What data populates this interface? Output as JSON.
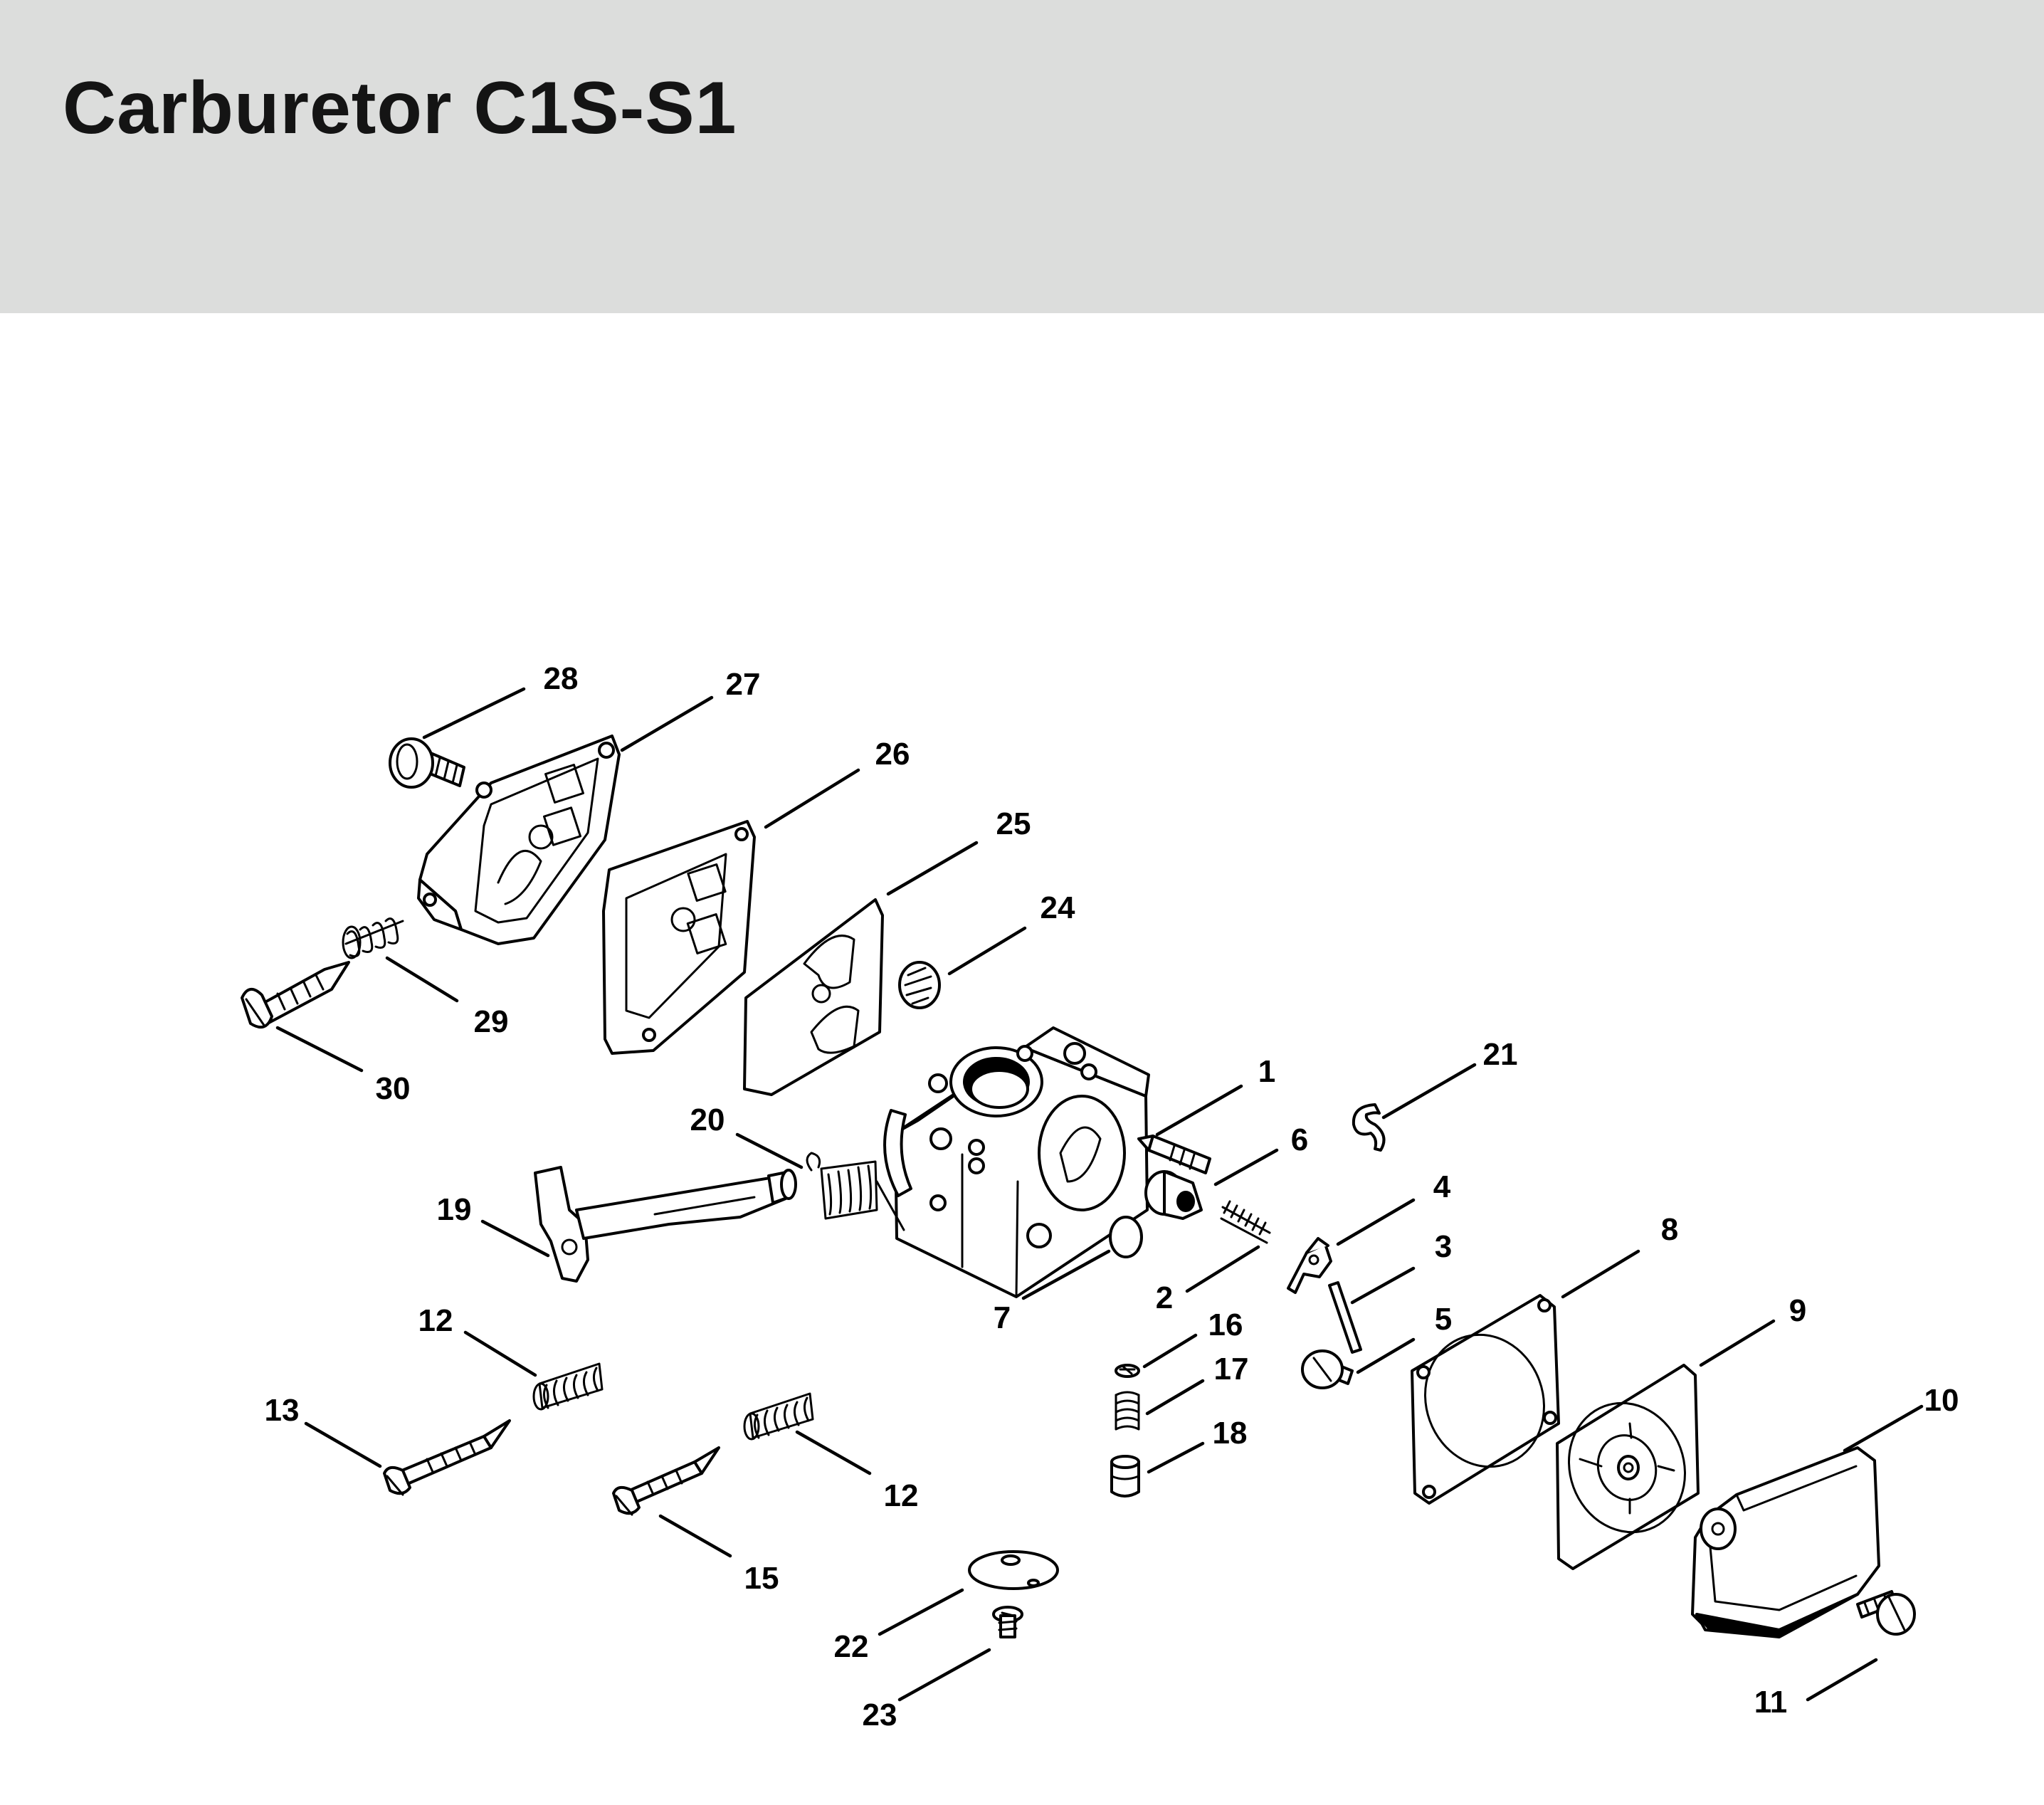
{
  "header": {
    "title": "Carburetor C1S-S1",
    "band_color": "#dcdddc"
  },
  "diagram": {
    "callouts": [
      {
        "part": "throttle-shaft-needle",
        "label": "1"
      },
      {
        "part": "inlet-needle-spring",
        "label": "2"
      },
      {
        "part": "control-lever-pin",
        "label": "3"
      },
      {
        "part": "control-lever",
        "label": "4"
      },
      {
        "part": "lever-screw",
        "label": "5"
      },
      {
        "part": "plug-cap",
        "label": "6"
      },
      {
        "part": "o-ring",
        "label": "7"
      },
      {
        "part": "metering-gasket",
        "label": "8"
      },
      {
        "part": "metering-diaphragm",
        "label": "9"
      },
      {
        "part": "metering-cover",
        "label": "10"
      },
      {
        "part": "cover-screw",
        "label": "11"
      },
      {
        "part": "adjusting-spring-upper",
        "label": "12"
      },
      {
        "part": "adjusting-spring-lower",
        "label": "12"
      },
      {
        "part": "high-speed-adjusting-screw",
        "label": "13"
      },
      {
        "part": "low-speed-adjusting-screw",
        "label": "15"
      },
      {
        "part": "inlet-screen",
        "label": "16"
      },
      {
        "part": "inlet-spring",
        "label": "17"
      },
      {
        "part": "inlet-valve",
        "label": "18"
      },
      {
        "part": "throttle-shaft",
        "label": "19"
      },
      {
        "part": "torsion-spring",
        "label": "20"
      },
      {
        "part": "circlip",
        "label": "21"
      },
      {
        "part": "throttle-plate",
        "label": "22"
      },
      {
        "part": "throttle-plate-screw",
        "label": "23"
      },
      {
        "part": "welch-plug",
        "label": "24"
      },
      {
        "part": "pump-diaphragm",
        "label": "25"
      },
      {
        "part": "pump-gasket",
        "label": "26"
      },
      {
        "part": "pump-cover",
        "label": "27"
      },
      {
        "part": "pump-cover-screw",
        "label": "28"
      },
      {
        "part": "idle-screw-spring",
        "label": "29"
      },
      {
        "part": "idle-speed-screw",
        "label": "30"
      }
    ]
  }
}
